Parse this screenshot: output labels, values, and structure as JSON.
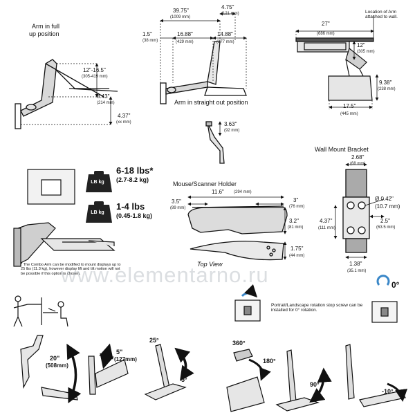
{
  "labels": {
    "arm_full_up": "Arm in full up position",
    "arm_straight": "Arm in straight out position",
    "location_arm": "Location of Arm attached to wall.",
    "mouse_holder": "Mouse/Scanner Holder",
    "top_view": "Top View",
    "wall_bracket": "Wall Mount Bracket",
    "rotation_note": "Portrait/Landscape rotation stop screw can be installed for 0° rotation.",
    "combo_note": "* The Combo Arm can be modified to mount displays up to 25 lbs (11.3 kg), however display lift and tilt motion will not be possible if this option is chosen."
  },
  "dims": {
    "d1": {
      "v": "12\"-16.5\"",
      "s": "(305-419 mm)"
    },
    "d2": {
      "v": "8.43\"",
      "s": "(214 mm)"
    },
    "d3": {
      "v": "4.37\"",
      "s": "(xx mm)"
    },
    "d4": {
      "v": "39.75\"",
      "s": "(1009 mm)"
    },
    "d5": {
      "v": "4.75\"",
      "s": "(121 mm)"
    },
    "d6": {
      "v": "1.5\"",
      "s": "(38 mm)"
    },
    "d7": {
      "v": "16.88\"",
      "s": "(429 mm)"
    },
    "d8": {
      "v": "14.88\"",
      "s": "(377 mm)"
    },
    "d9": {
      "v": "27\"",
      "s": "(686 mm)"
    },
    "d10": {
      "v": "12\"",
      "s": "(305 mm)"
    },
    "d11": {
      "v": "9.38\"",
      "s": "(238 mm)"
    },
    "d12": {
      "v": "17.5\"",
      "s": "(445 mm)"
    },
    "d13": {
      "v": "3.63\"",
      "s": "(92 mm)"
    },
    "d14": {
      "v": "11.6\"",
      "s": "(294 mm)"
    },
    "d15": {
      "v": "3.5\"",
      "s": "(89 mm)"
    },
    "d16": {
      "v": "3\"",
      "s": "(76 mm)"
    },
    "d17": {
      "v": "3.2\"",
      "s": "(81 mm)"
    },
    "d18": {
      "v": "1.75\"",
      "s": "(44 mm)"
    },
    "d19": {
      "v": "2.68\"",
      "s": "(68 mm)"
    },
    "d20": {
      "v": "Ø 0.42\"",
      "s": "(10.7 mm)"
    },
    "d21": {
      "v": "4.37\"",
      "s": "(111 mm)"
    },
    "d22": {
      "v": "2.5\"",
      "s": "(63.5 mm)"
    },
    "d23": {
      "v": "1.38\"",
      "s": "(35.1 mm)"
    }
  },
  "weights": {
    "w1": {
      "v": "6-18 lbs*",
      "s": "(2.7-8.2 kg)",
      "icon": "LB kg"
    },
    "w2": {
      "v": "1-4 lbs",
      "s": "(0.45-1.8 kg)",
      "icon": "LB kg"
    }
  },
  "motions": {
    "m1": {
      "v": "20\"",
      "s": "(508mm)"
    },
    "m2": {
      "v": "5\"",
      "s": "(127mm)"
    },
    "a1": "25°",
    "a2": "5°",
    "a3": "360°",
    "a4": "180°",
    "a5": "90°",
    "a6": "-10°",
    "rot0": "0°"
  },
  "watermark": "www.elementarno.ru"
}
